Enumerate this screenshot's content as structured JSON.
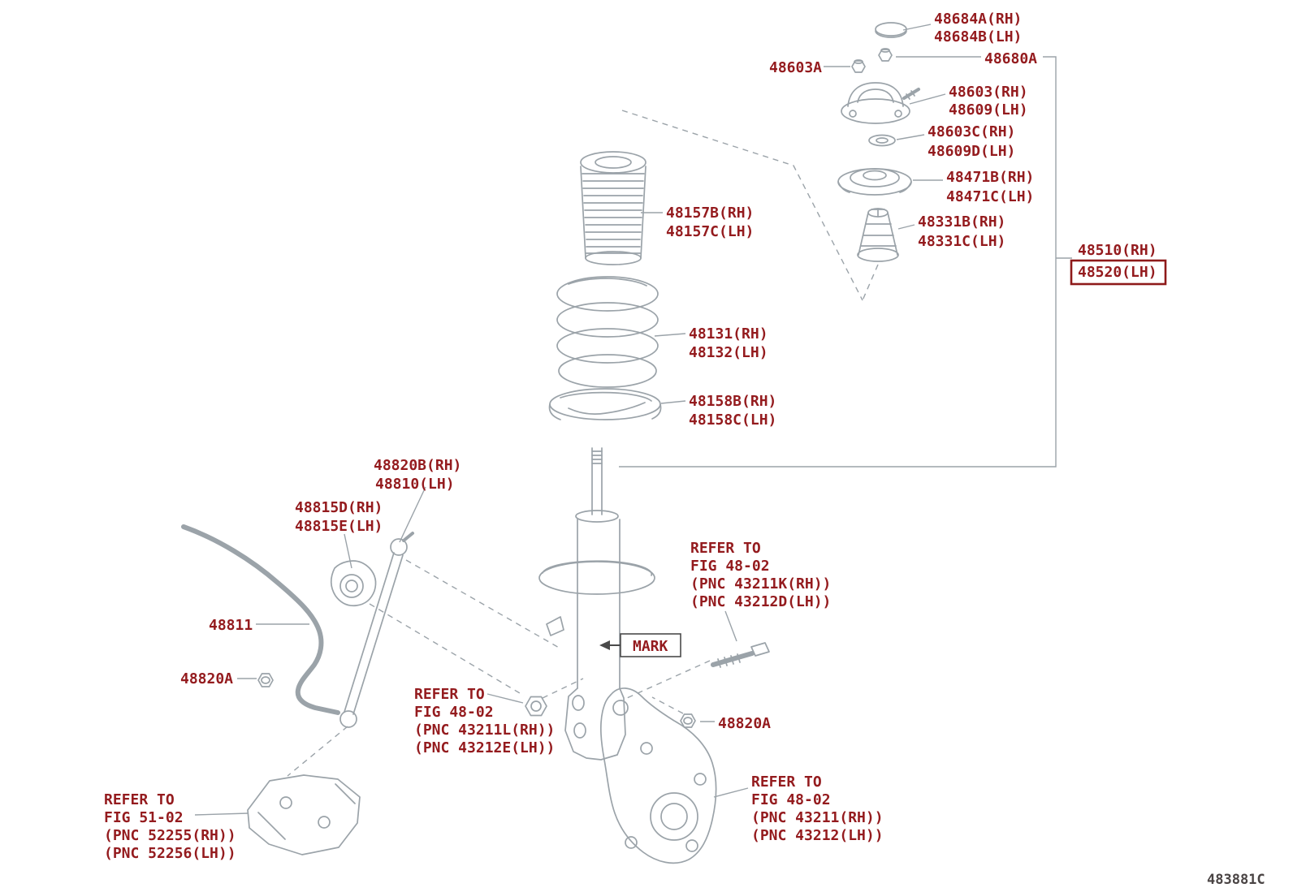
{
  "colors": {
    "label": "#941b1e",
    "line": "#9ba3a9",
    "highlight": "#8e1a1a",
    "mark": "#4a4a4a",
    "figcode": "#4a4444"
  },
  "labels": {
    "cap1": "48684A(RH)",
    "cap2": "48684B(LH)",
    "nut_a": "48603A",
    "nut_b": "48680A",
    "support1": "48603(RH)",
    "support2": "48609(LH)",
    "washer1": "48603C(RH)",
    "washer2": "48609D(LH)",
    "upper_seat1": "48471B(RH)",
    "upper_seat2": "48471C(LH)",
    "bump_stop1": "48331B(RH)",
    "bump_stop2": "48331C(LH)",
    "assembly1": "48510(RH)",
    "assembly2": "48520(LH)",
    "dust_boot1": "48157B(RH)",
    "dust_boot2": "48157C(LH)",
    "coil_spring1": "48131(RH)",
    "coil_spring2": "48132(LH)",
    "lower_seat1": "48158B(RH)",
    "lower_seat2": "48158C(LH)",
    "stab_link1": "48820B(RH)",
    "stab_link2": "48810(LH)",
    "bushing1": "48815D(RH)",
    "bushing2": "48815E(LH)",
    "stab_bar": "48811",
    "nut_left": "48820A",
    "nut_right": "48820A",
    "mark": "MARK"
  },
  "notes": {
    "bolt": [
      "REFER TO",
      "FIG 48-02",
      "(PNC 43211K(RH))",
      "(PNC 43212D(LH))"
    ],
    "strut_nut": [
      "REFER TO",
      "FIG 48-02",
      "(PNC 43211L(RH))",
      "(PNC 43212E(LH))"
    ],
    "bracket": [
      "REFER TO",
      "FIG 51-02",
      "(PNC 52255(RH))",
      "(PNC 52256(LH))"
    ],
    "knuckle": [
      "REFER TO",
      "FIG 48-02",
      "(PNC 43211(RH))",
      "(PNC 43212(LH))"
    ]
  },
  "footer": {
    "code": "483881C"
  }
}
